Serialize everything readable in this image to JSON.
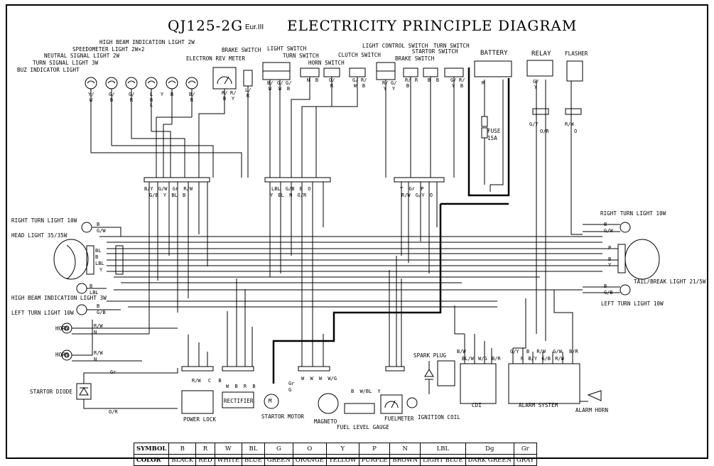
{
  "header": {
    "model": "QJ125-2G",
    "edition": "Eur.III",
    "title": "ELECTRICITY PRINCIPLE DIAGRAM"
  },
  "components": {
    "high_beam_indicator_2w": "HIGH BEAM INDICATION LIGHT 2W",
    "speedometer_light": "SPEEDOMETER LIGHT 2W×2",
    "neutral_signal": "NEUTRAL SIGNAL LIGHT 2W",
    "turn_signal": "TURN SIGNAL LIGHT 3W",
    "buz_indicator": "BUZ INDICATOR LIGHT",
    "rev_meter": "ELECTRON REV METER",
    "brake_switch_left": "BRAKE SWITCH",
    "light_switch": "LIGHT SWITCH",
    "turn_switch_left": "TURN SWITCH",
    "horn_switch": "HORN SWITCH",
    "clutch_switch": "CLUTCH SWITCH",
    "light_control_switch": "LIGHT CONTROL SWITCH",
    "brake_switch_right": "BRAKE SWITCH",
    "startor_switch": "STARTOR SWITCH",
    "turn_switch_right": "TURN SWITCH",
    "battery": "BATTERY",
    "relay": "RELAY",
    "flasher": "FLASHER",
    "fuse": "FUSE",
    "fuse_rating": "15A",
    "right_turn_light_left": "RIGHT TURN LIGHT 10W",
    "head_light": "HEAD LIGHT 35/35W",
    "high_beam_indicator_3w": "HIGH BEAM INDICATION LIGHT 3W",
    "left_turn_light_left": "LEFT TURN LIGHT 10W",
    "horn_1": "HORN",
    "horn_2": "HORN",
    "startor_diode": "STARTOR DIODE",
    "right_turn_light_right": "RIGHT TURN LIGHT 10W",
    "tail_light": "TAIL/BREAK LIGHT 21/5W",
    "left_turn_light_right": "LEFT TURN LIGHT 10W",
    "power_lock": "POWER LOCK",
    "rectifier": "RECTIFIER",
    "startor_motor": "STARTOR MOTOR",
    "magneto": "MAGNETO",
    "fuel_level_gauge": "FUEL LEVEL GAUGE",
    "fuelmeter": "FUELMETER",
    "spark_plug": "SPARK PLUG",
    "ignition_coil": "IGNITION COIL",
    "cdi": "CDI",
    "alarm_system": "ALARM SYSTEM",
    "alarm_horn": "ALARM HORN",
    "motor_glyph": "M"
  },
  "wire_codes": {
    "conn1_top": [
      "B/Y",
      "G/W",
      "Gr",
      "R/W"
    ],
    "conn1_bottom": [
      "G/B",
      "Y",
      "BL",
      "B"
    ],
    "conn2_top": [
      "LBL",
      "G/B",
      "B",
      "O"
    ],
    "conn2_bottom": [
      "Y",
      "BL",
      "N",
      "O/R"
    ],
    "conn3_top": [
      "Y",
      "Gr",
      "P"
    ],
    "conn3_bottom": [
      "R/W",
      "G/Y",
      "O"
    ],
    "relay_wires": [
      "G/Y",
      "O/R"
    ],
    "flasher_wire": "R/W",
    "flasher_wire_2": "O",
    "left_turn_r": [
      "B",
      "G/W"
    ],
    "headlight": [
      "BL",
      "B",
      "LBL",
      "Y"
    ],
    "hb_ind": [
      "B",
      "LBL"
    ],
    "left_turn_l": [
      "B",
      "G/B"
    ],
    "horn1": [
      "R/W",
      "N"
    ],
    "horn2": [
      "R/W",
      "N"
    ],
    "diode_wire": "Gr",
    "diode_wire_2": "O/R",
    "right_turn": [
      "B",
      "G/W"
    ],
    "tail": [
      "P",
      "B",
      "Y"
    ],
    "left_turn_rr": [
      "B",
      "G/B"
    ],
    "cdi_wires": [
      "B/W",
      "BL/W",
      "W/G",
      "B/R"
    ],
    "alarm_top": [
      "G/Y",
      "B",
      "R/W",
      "G/W",
      "B/R"
    ],
    "alarm_bottom": [
      "R",
      "B/Y",
      "G/B",
      "R/W"
    ],
    "power_lock": [
      "R/W",
      "C",
      "B"
    ],
    "rectifier": [
      "W",
      "B",
      "R",
      "B"
    ],
    "startor_motor": [
      "Gr",
      "G"
    ],
    "magneto": [
      "W",
      "W",
      "W",
      "W/G"
    ],
    "fuel": [
      "B",
      "W/BL",
      "Y"
    ],
    "comp_codes": [
      "Y/W",
      "G/B",
      "G/R",
      "LBL",
      "Y",
      "B",
      "B/R",
      "R/B",
      "R/Y",
      "L/R",
      "B/W",
      "G/W",
      "G/B",
      "N",
      "B",
      "O/R",
      "G/W",
      "R/B",
      "R/Y",
      "G/Y",
      "R/B",
      "R",
      "B",
      "B",
      "G/Y",
      "R/B",
      "R",
      "G/Y"
    ]
  },
  "legend": {
    "symbol_header": "SYMBOL",
    "color_header": "COLOR",
    "entries": [
      {
        "symbol": "B",
        "color": "BLACK"
      },
      {
        "symbol": "R",
        "color": "RED"
      },
      {
        "symbol": "W",
        "color": "WHITE"
      },
      {
        "symbol": "BL",
        "color": "BLUE"
      },
      {
        "symbol": "G",
        "color": "GREEN"
      },
      {
        "symbol": "O",
        "color": "ORANGE"
      },
      {
        "symbol": "Y",
        "color": "YELLOW"
      },
      {
        "symbol": "P",
        "color": "PURPLE"
      },
      {
        "symbol": "N",
        "color": "BROWN"
      },
      {
        "symbol": "LBL",
        "color": "LIGHT BLUE"
      },
      {
        "symbol": "Dg",
        "color": "DARK GREEN"
      },
      {
        "symbol": "Gr",
        "color": "GRAY"
      }
    ]
  }
}
